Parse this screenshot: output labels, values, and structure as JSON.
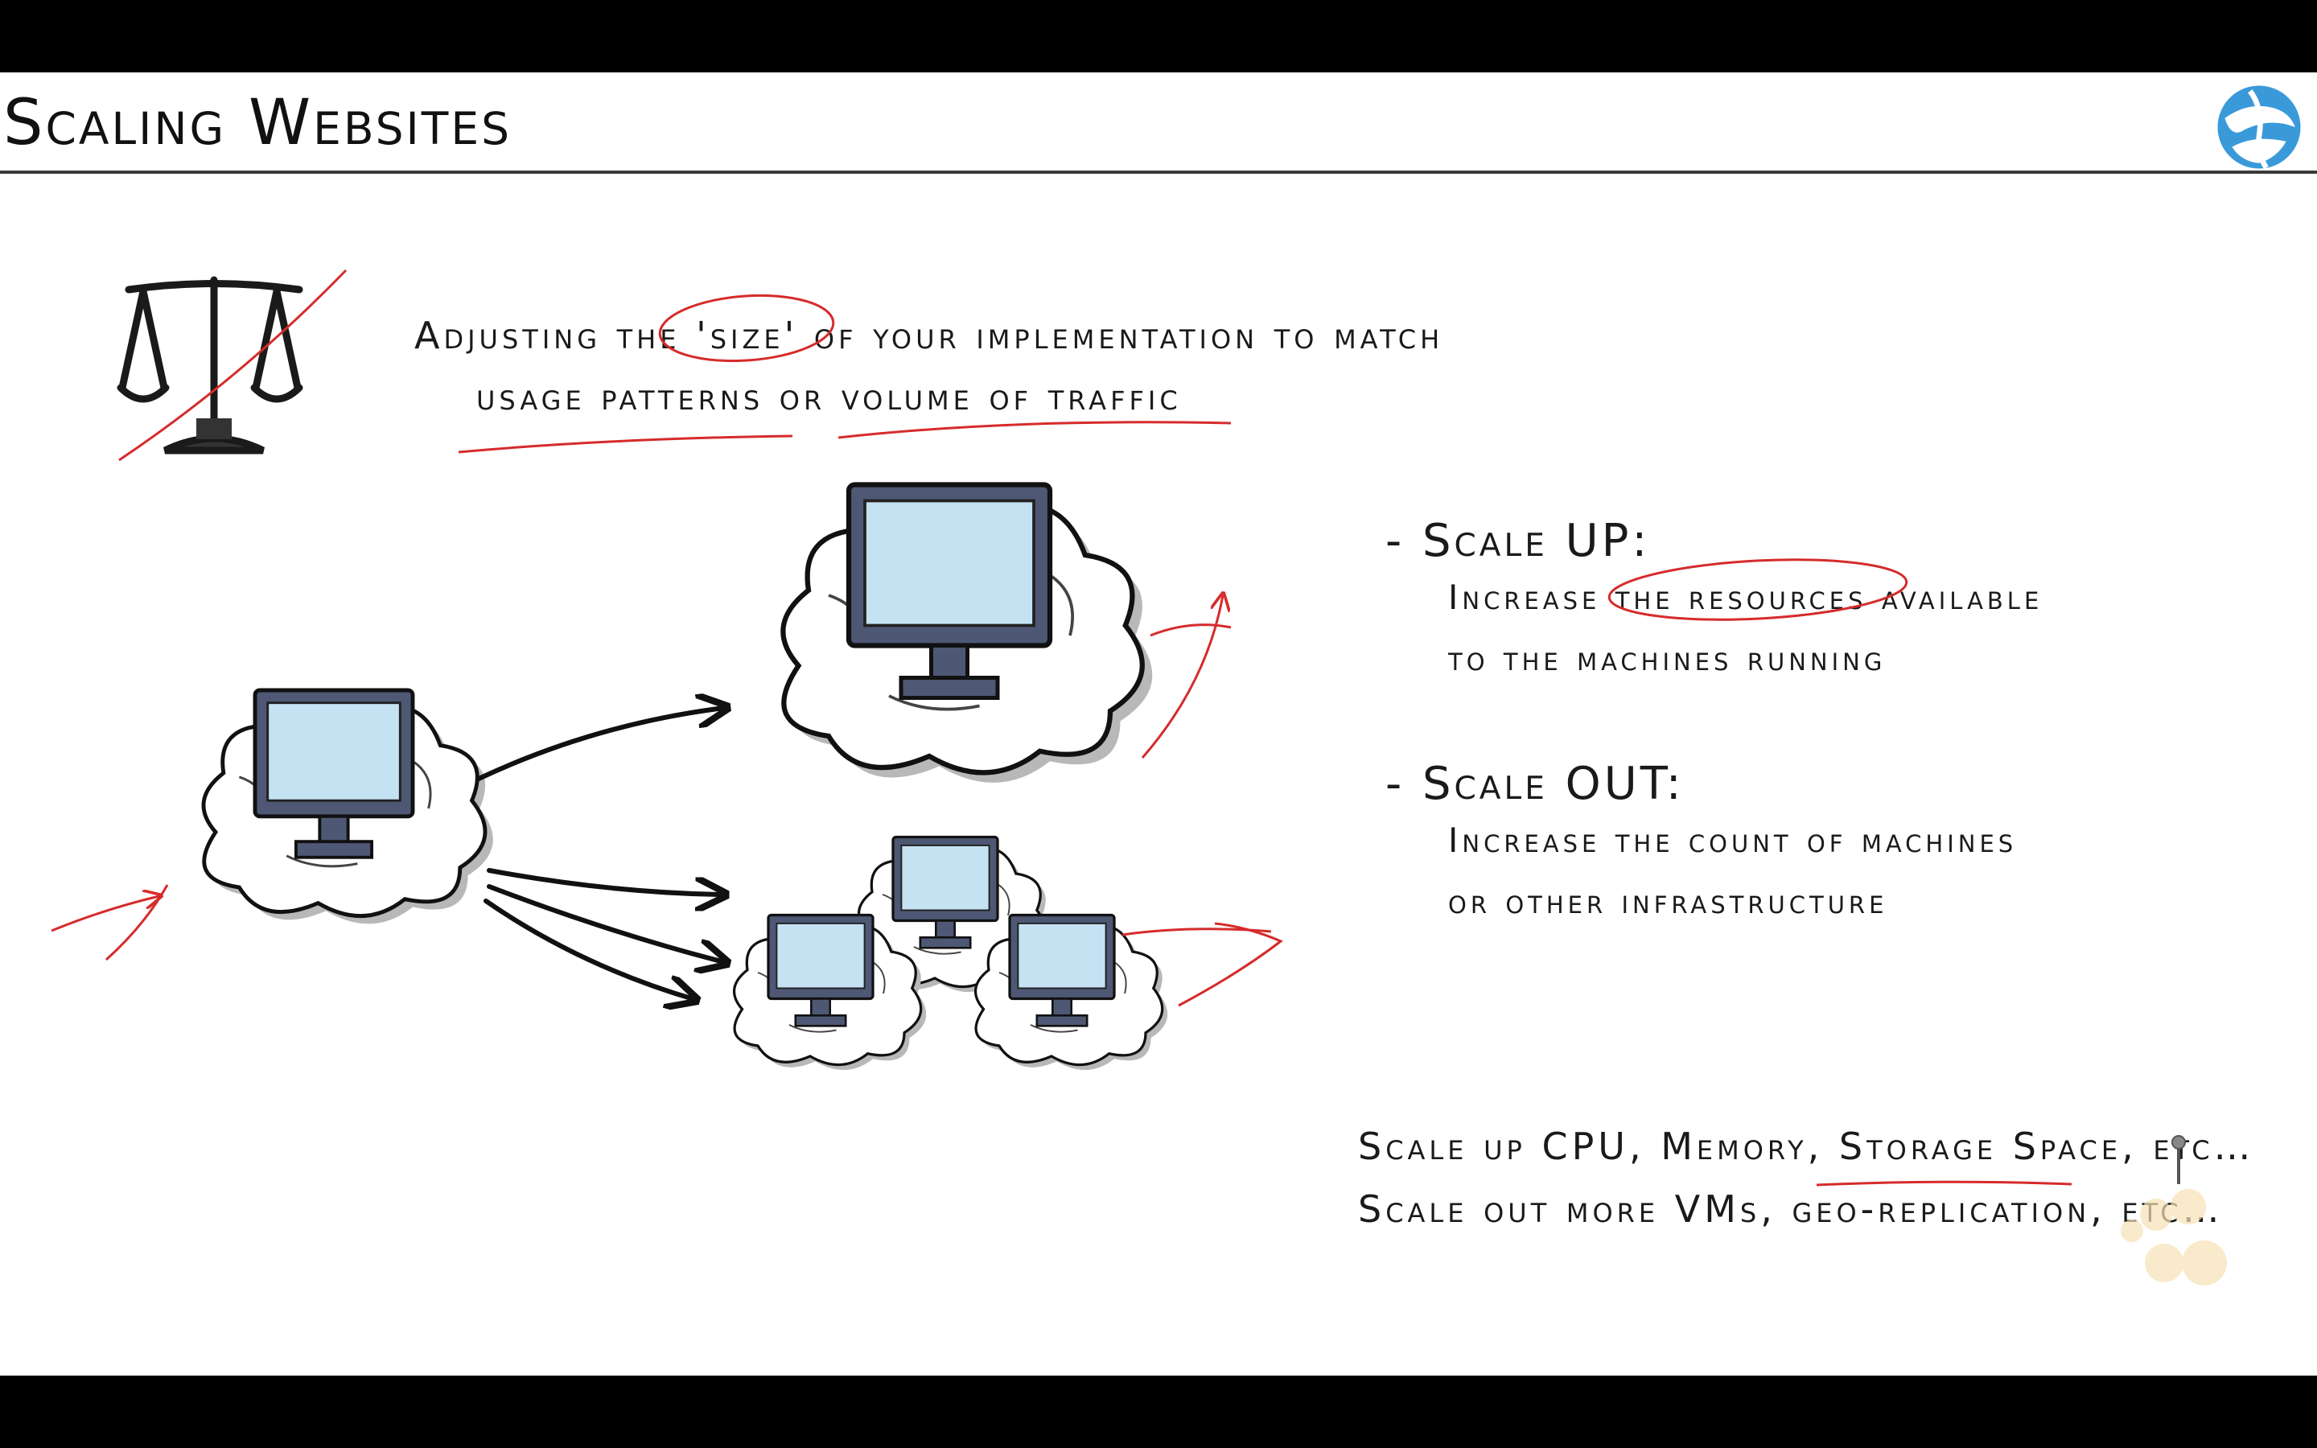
{
  "slide": {
    "title": "Scaling Websites",
    "logo_icon": "azure-globe-icon",
    "intro": {
      "line1": "Adjusting the 'size' of your implementation to match",
      "line2": "usage patterns or volume of traffic"
    },
    "scale_up": {
      "heading": "- Scale UP:",
      "desc_line1": "Increase the resources available",
      "desc_line2": "to the machines running"
    },
    "scale_out": {
      "heading": "- Scale OUT:",
      "desc_line1": "Increase the count of machines",
      "desc_line2": "or other infrastructure"
    },
    "footer": {
      "line1": "Scale up CPU, Memory, Storage Space, etc…",
      "line2": "Scale out more VMs, geo-replication, etc…"
    },
    "colors": {
      "annotation": "#d62b2b",
      "screen": "#c5e2f3",
      "monitor": "#4e5874",
      "cloud_shadow": "#b8b8b8"
    }
  }
}
